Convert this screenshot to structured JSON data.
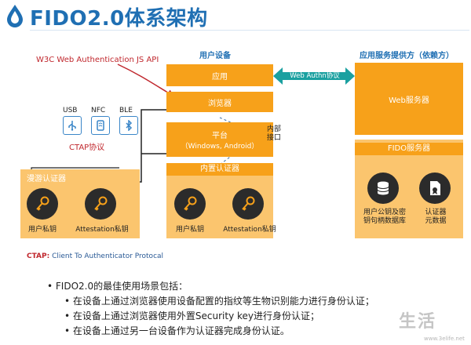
{
  "title": "FIDO2.0体系架构",
  "labels": {
    "user_device": "用户设备",
    "provider": "应用服务提供方（依赖方）",
    "w3c": "W3C Web Authentication JS API",
    "ctap_link": "CTAP协议",
    "webauthn": "Web Authn协议",
    "inner_interface_1": "内部",
    "inner_interface_2": "接口"
  },
  "transports": [
    "USB",
    "NFC",
    "BLE"
  ],
  "device_boxes": {
    "app": "应用",
    "browser": "浏览器",
    "platform_1": "平台",
    "platform_2": "（Windows, Android）",
    "builtin": "内置认证器"
  },
  "roaming": {
    "title": "漫游认证器",
    "key1": "用户私钥",
    "key2": "Attestation私钥"
  },
  "builtin_keys": {
    "key1": "用户私钥",
    "key2": "Attestation私钥"
  },
  "server": {
    "web": "Web服务器",
    "fido": "FIDO服务器",
    "db_1": "用户公钥及密",
    "db_2": "钥句柄数据库",
    "meta_1": "认证器",
    "meta_2": "元数据"
  },
  "footnote": {
    "abbr": "CTAP:",
    "text": " Client To Authenticator Protocal"
  },
  "bullets": {
    "main": "FIDO2.0的最佳使用场景包括：",
    "items": [
      "在设备上通过浏览器使用设备配置的指纹等生物识别能力进行身份认证；",
      "在设备上通过浏览器使用外置Security key进行身份认证；",
      "在设备上通过另一台设备作为认证器完成身份认证。"
    ]
  },
  "watermark": {
    "brand": "生活",
    "site": "www.3elife.net"
  },
  "colors": {
    "orange": "#f7a11a",
    "light_orange": "#fbc56e",
    "title_blue": "#1f6fb3",
    "arrow_teal": "#1aa0a0",
    "link_red": "#c0272d"
  }
}
